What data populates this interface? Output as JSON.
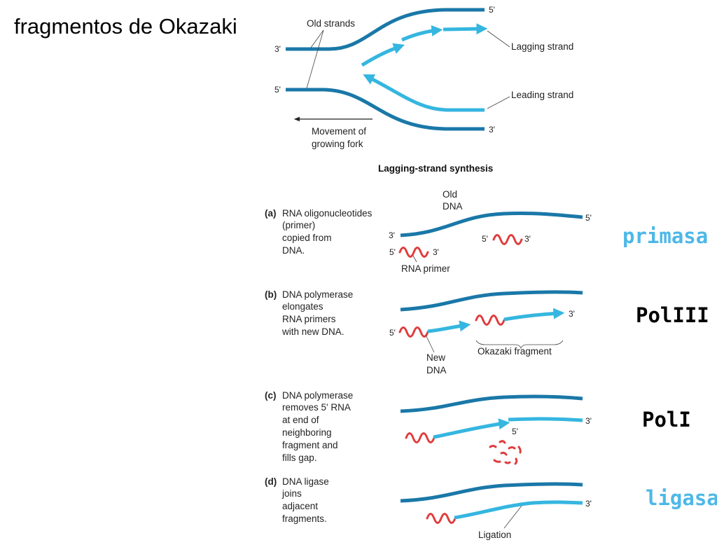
{
  "title": "fragmentos de Okazaki",
  "enzymes": [
    {
      "name": "primasa",
      "color": "#4db8e8"
    },
    {
      "name": "PolIII",
      "color": "#000000"
    },
    {
      "name": "PolI",
      "color": "#000000"
    },
    {
      "name": "ligasa",
      "color": "#4db8e8"
    }
  ],
  "fork": {
    "old_strands": "Old strands",
    "lagging_strand": "Lagging strand",
    "leading_strand": "Leading strand",
    "movement_line1": "Movement of",
    "movement_line2": "growing fork",
    "end_3": "3'",
    "end_5": "5'"
  },
  "synthesis_title": "Lagging-strand synthesis",
  "steps": {
    "a": {
      "letter": "(a)",
      "lines": [
        "RNA oligonucleotides",
        "(primer)",
        "copied from",
        "DNA."
      ],
      "old_dna_1": "Old",
      "old_dna_2": "DNA",
      "rna_primer": "RNA primer"
    },
    "b": {
      "letter": "(b)",
      "lines": [
        "DNA polymerase",
        "elongates",
        "RNA primers",
        "with new DNA."
      ],
      "new_dna_1": "New",
      "new_dna_2": "DNA",
      "okazaki": "Okazaki fragment"
    },
    "c": {
      "letter": "(c)",
      "lines": [
        "DNA polymerase",
        "removes 5' RNA",
        "at end of",
        "neighboring",
        "fragment and",
        "fills gap."
      ]
    },
    "d": {
      "letter": "(d)",
      "lines": [
        "DNA ligase",
        "joins",
        "adjacent",
        "fragments."
      ],
      "ligation": "Ligation"
    }
  },
  "colors": {
    "old_strand": "#1a78a8",
    "new_strand": "#35b6e0",
    "rna": "#e03c3c"
  }
}
